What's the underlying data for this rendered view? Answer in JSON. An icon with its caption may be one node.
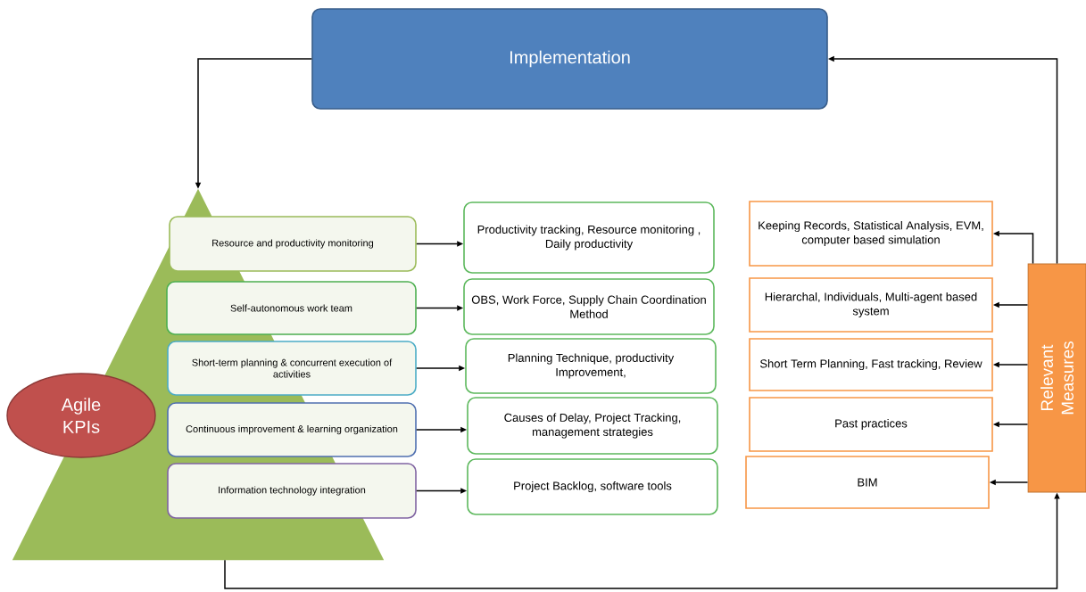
{
  "diagram": {
    "nodes": [
      {
        "text": [
          "Implementation"
        ]
      },
      {
        "text": [],
        "shape": "triangle"
      },
      {
        "text": [
          "Agile KPIs"
        ]
      },
      {
        "text": [
          "Resource and productivity monitoring"
        ]
      },
      {
        "text": [
          "Self-autonomous work team"
        ]
      },
      {
        "text": [
          "Short-term planning & concurrent execution of activities"
        ]
      },
      {
        "text": [
          "Continuous improvement & learning organization"
        ]
      },
      {
        "text": [
          "Information technology integration"
        ]
      },
      {
        "text": [
          "Productivity tracking, Resource monitoring , Daily productivity"
        ]
      },
      {
        "text": [
          "OBS, Work Force, Supply Chain Coordination Method"
        ]
      },
      {
        "text": [
          "Planning Technique, productivity Improvement,"
        ]
      },
      {
        "text": [
          "Causes of Delay, Project Tracking, management strategies"
        ]
      },
      {
        "text": [
          "Project Backlog, software tools"
        ]
      },
      {
        "text": [
          "Keeping Records, Statistical Analysis, EVM, computer based simulation"
        ]
      },
      {
        "text": [
          "Hierarchal, Individuals, Multi-agent based system"
        ]
      },
      {
        "text": [
          "Short Term Planning, Fast tracking, Review"
        ]
      },
      {
        "text": [
          "Past practices"
        ]
      },
      {
        "text": [
          "BIM"
        ]
      },
      {
        "text": [
          "Relevant Measures"
        ]
      }
    ],
    "edges": [
      {
        "from": 0,
        "to": 1,
        "arrow": "to"
      },
      {
        "from": 1,
        "to": 18,
        "arrow": "to"
      },
      {
        "from": 18,
        "to": 0,
        "arrow": "to"
      },
      {
        "from": 3,
        "to": 8,
        "arrow": "to"
      },
      {
        "from": 4,
        "to": 9,
        "arrow": "to"
      },
      {
        "from": 5,
        "to": 10,
        "arrow": "to"
      },
      {
        "from": 6,
        "to": 11,
        "arrow": "to"
      },
      {
        "from": 7,
        "to": 12,
        "arrow": "to"
      },
      {
        "from": 18,
        "to": 13,
        "arrow": "to"
      },
      {
        "from": 18,
        "to": 14,
        "arrow": "to"
      },
      {
        "from": 18,
        "to": 15,
        "arrow": "to"
      },
      {
        "from": 18,
        "to": 16,
        "arrow": "to"
      },
      {
        "from": 18,
        "to": 17,
        "arrow": "to"
      }
    ]
  }
}
